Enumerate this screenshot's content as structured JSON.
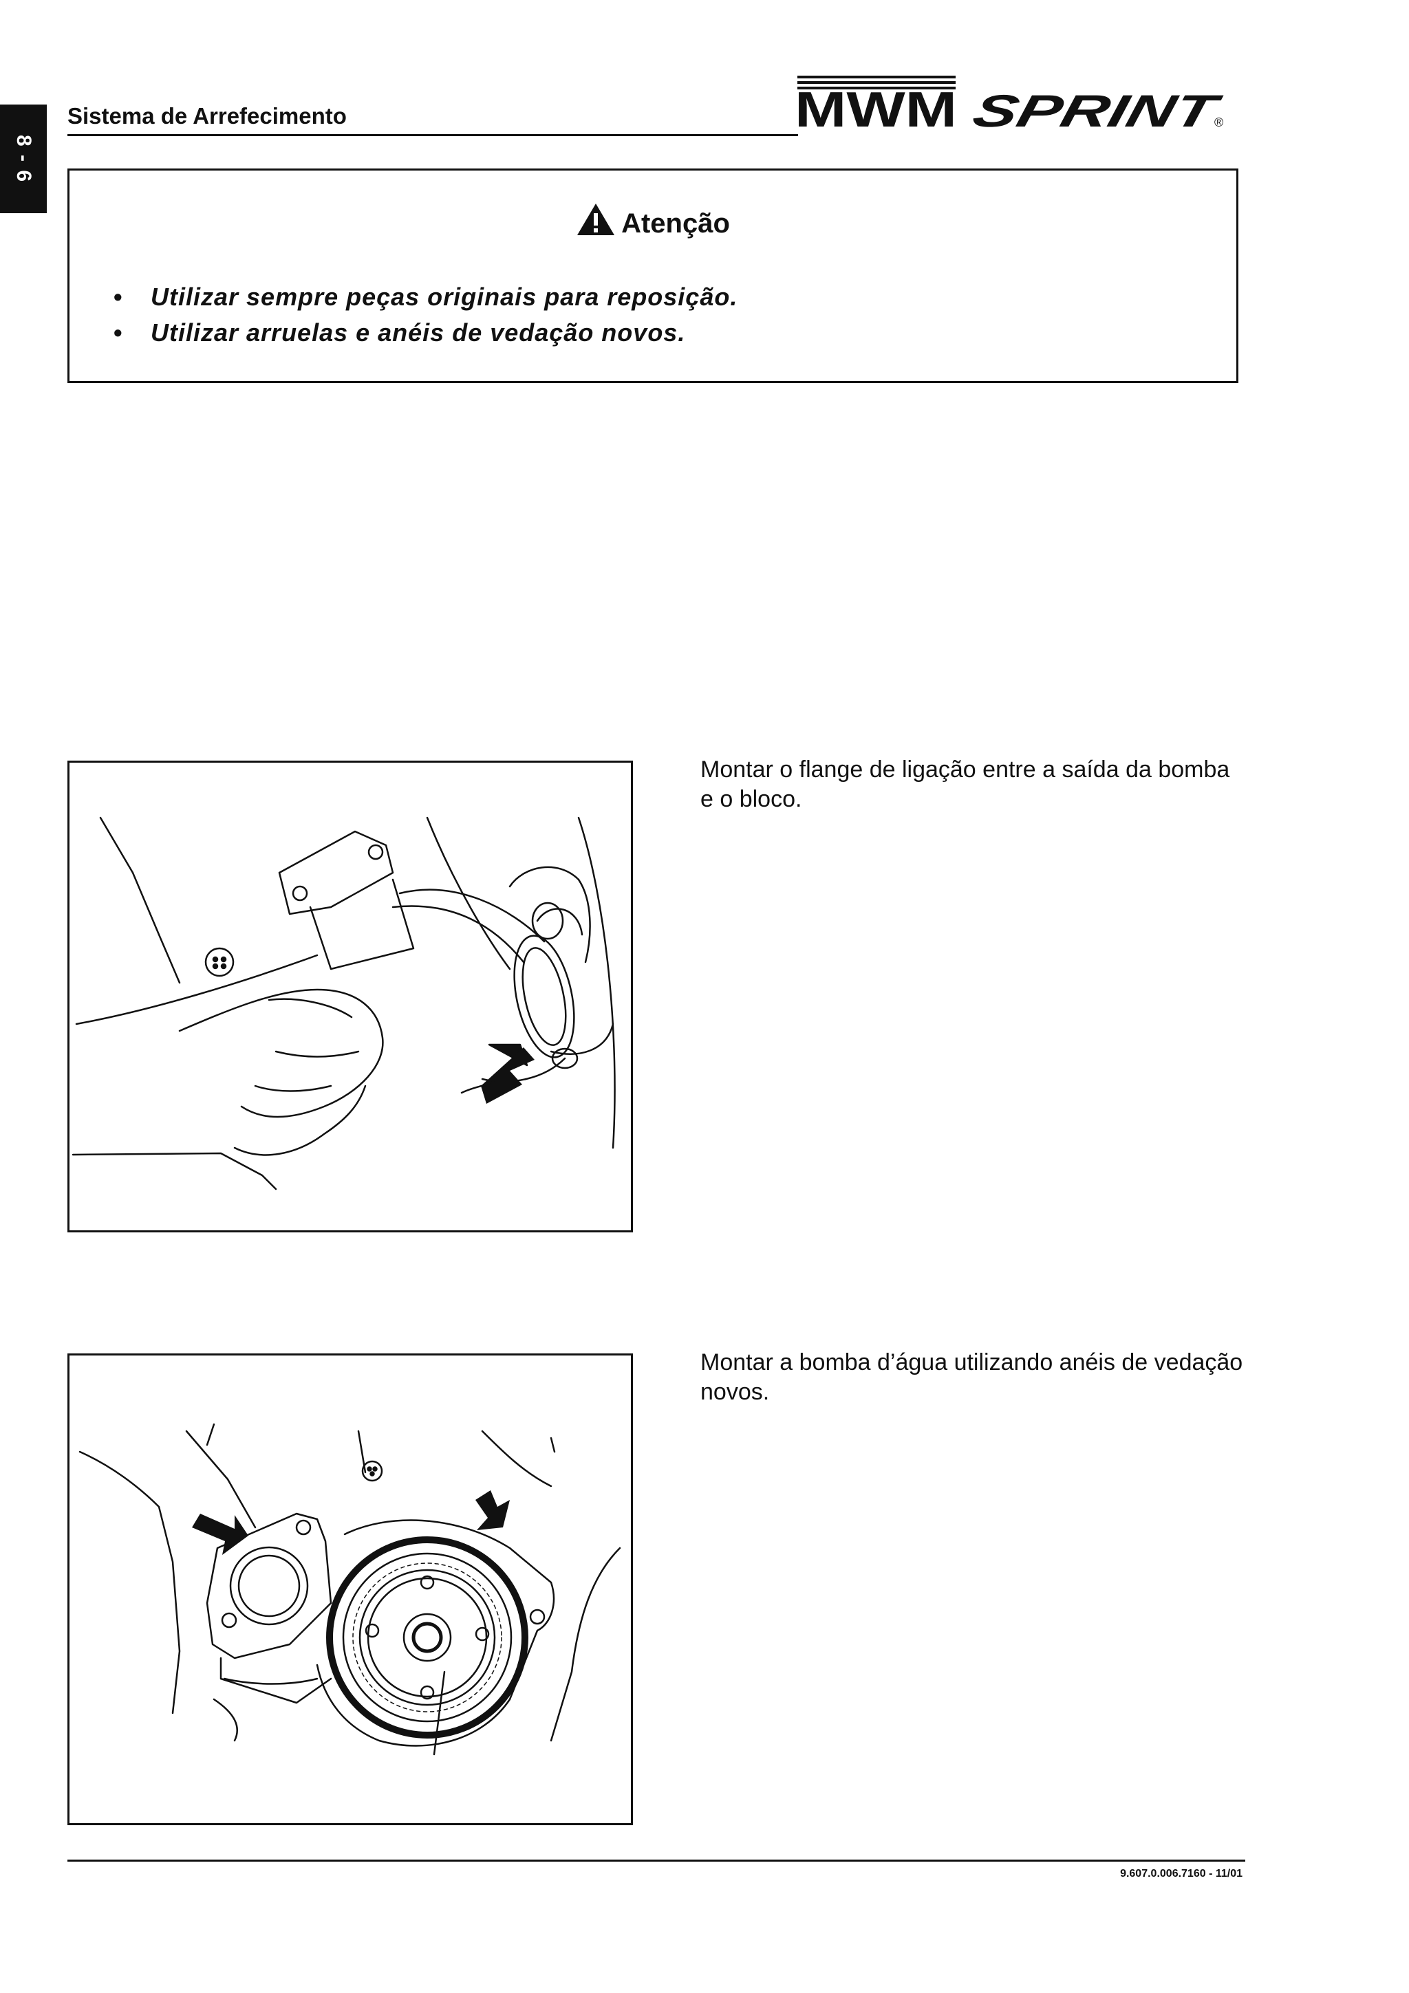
{
  "side_tab": {
    "label": "8 - 6"
  },
  "header": {
    "title": "Sistema de Arrefecimento",
    "logo_brand": "MWM",
    "logo_model": "SPRINT",
    "logo_registered": "®"
  },
  "attention": {
    "title": "Atenção",
    "icon": "warning-triangle-icon",
    "items": [
      "Utilizar sempre peças originais para reposição.",
      "Utilizar arruelas e anéis de vedação novos."
    ]
  },
  "steps": [
    {
      "caption": "Montar o flange de ligação entre a saída da bomba e o bloco."
    },
    {
      "caption": "Montar a bomba d’água utilizando anéis de vedação novos."
    }
  ],
  "footer": {
    "code": "9.607.0.006.7160  -  11/01"
  },
  "colors": {
    "ink": "#111111",
    "background": "#ffffff"
  }
}
